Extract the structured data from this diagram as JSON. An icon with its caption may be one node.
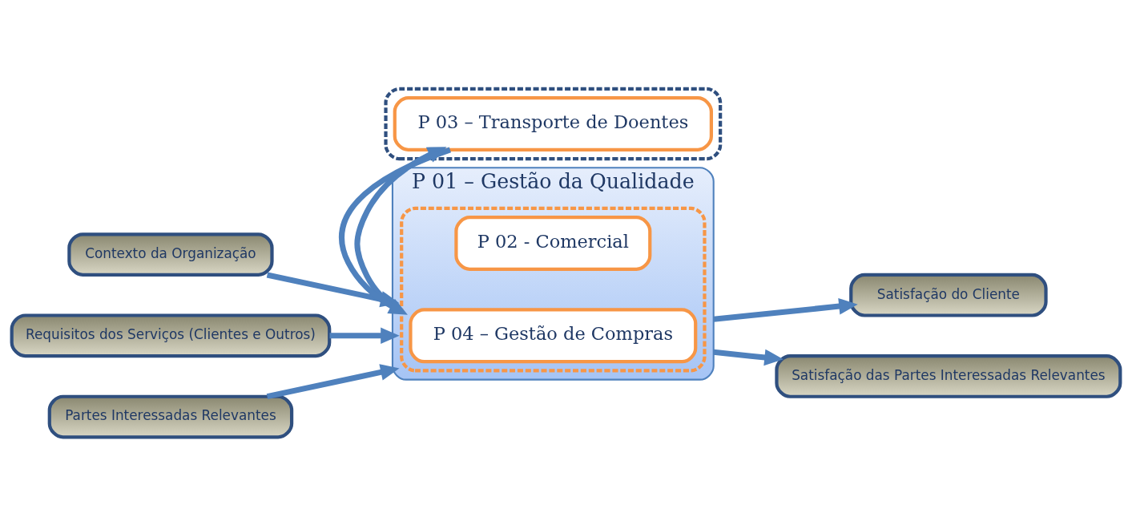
{
  "diagram": {
    "nodes": [
      {
        "text": [
          "Contexto da Organização"
        ]
      },
      {
        "text": [
          "Requisitos dos Serviços (Clientes e Outros)"
        ]
      },
      {
        "text": [
          "Partes Interessadas Relevantes"
        ]
      },
      {
        "text": [
          "P 01 – Gestão da Qualidade"
        ]
      },
      {
        "text": [],
        "shape": "box",
        "in": 3
      },
      {
        "text": [
          "P 02 - Comercial"
        ],
        "in": 4
      },
      {
        "text": [
          "P 04 – Gestão de Compras"
        ],
        "in": 4
      },
      {
        "text": [],
        "shape": "box"
      },
      {
        "text": [
          "P 03 – Transporte de Doentes"
        ],
        "in": 7
      },
      {
        "text": [
          "Satisfação do Cliente"
        ]
      },
      {
        "text": [
          "Satisfação das Partes Interessadas Relevantes"
        ]
      }
    ],
    "edges": [
      {
        "from": 0,
        "to": 3,
        "arrow": "to"
      },
      {
        "from": 1,
        "to": 3,
        "arrow": "to"
      },
      {
        "from": 2,
        "to": 3,
        "arrow": "to"
      },
      {
        "from": 3,
        "to": 9,
        "arrow": "to"
      },
      {
        "from": 3,
        "to": 10,
        "arrow": "to"
      },
      {
        "from": 4,
        "to": 8,
        "arrow": "to"
      },
      {
        "from": 8,
        "to": 4,
        "arrow": "to"
      }
    ]
  }
}
